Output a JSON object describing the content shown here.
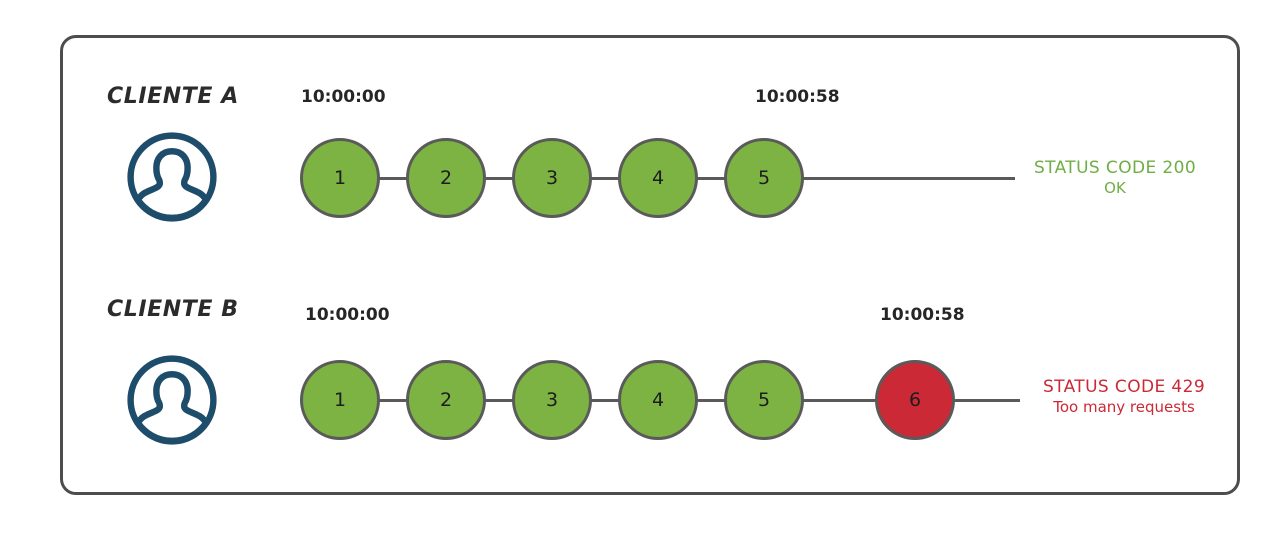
{
  "diagram": {
    "title_present": false,
    "colors": {
      "panel_border": "#4d4d4d",
      "node_ok": "#7cb342",
      "node_error": "#cc2936",
      "node_border": "#5a5a5a",
      "connector": "#5a5a5a",
      "avatar": "#1e4d6b",
      "status_ok_text": "#6fae44",
      "status_error_text": "#cc2936",
      "timestamp_text": "#262626",
      "label_text": "#2b2b2b"
    },
    "rows": [
      {
        "id": "client-a",
        "label": "CLIENTE A",
        "avatar_icon": "user-avatar-icon",
        "time_start": "10:00:00",
        "time_end": "10:00:58",
        "nodes": [
          {
            "number": "1",
            "state": "ok"
          },
          {
            "number": "2",
            "state": "ok"
          },
          {
            "number": "3",
            "state": "ok"
          },
          {
            "number": "4",
            "state": "ok"
          },
          {
            "number": "5",
            "state": "ok"
          }
        ],
        "status": {
          "state": "ok",
          "line1": "STATUS CODE 200",
          "line2": "OK"
        }
      },
      {
        "id": "client-b",
        "label": "CLIENTE B",
        "avatar_icon": "user-avatar-icon",
        "time_start": "10:00:00",
        "time_end": "10:00:58",
        "nodes": [
          {
            "number": "1",
            "state": "ok"
          },
          {
            "number": "2",
            "state": "ok"
          },
          {
            "number": "3",
            "state": "ok"
          },
          {
            "number": "4",
            "state": "ok"
          },
          {
            "number": "5",
            "state": "ok"
          },
          {
            "number": "6",
            "state": "error"
          }
        ],
        "status": {
          "state": "error",
          "line1": "STATUS CODE 429",
          "line2": "Too many requests"
        }
      }
    ]
  }
}
